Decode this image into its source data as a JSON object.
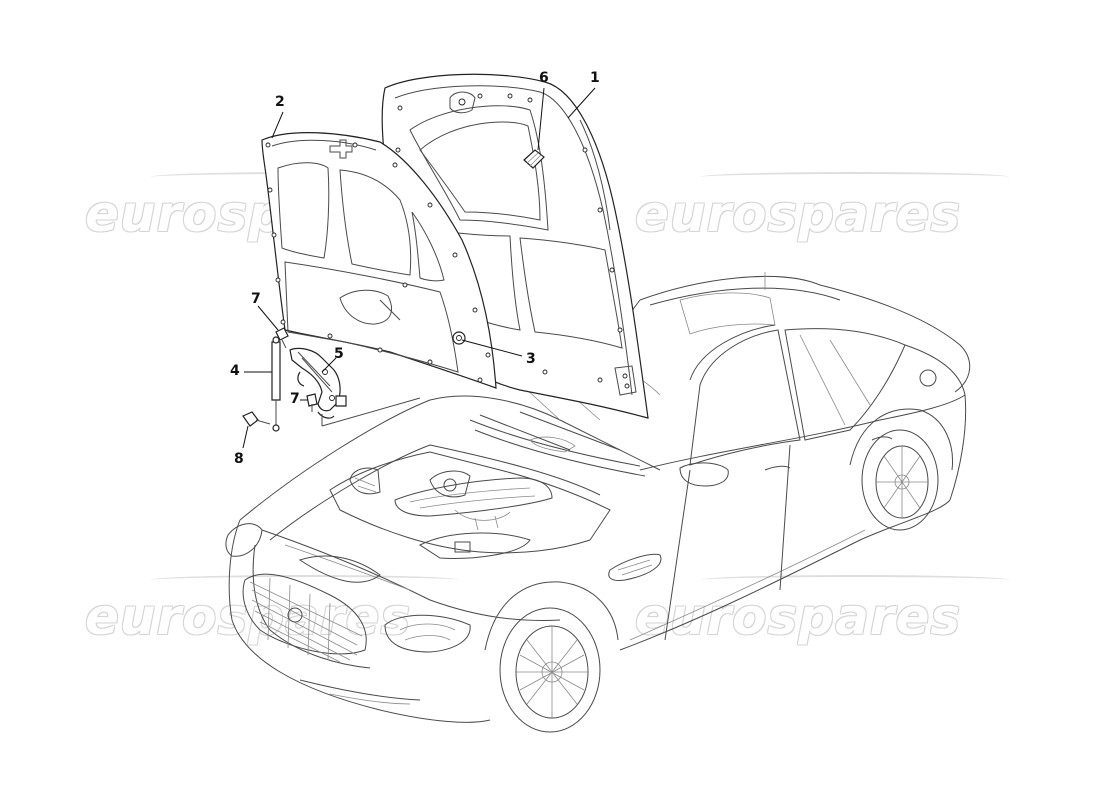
{
  "watermark": {
    "text": "eurospares"
  },
  "callouts": [
    {
      "id": "1",
      "label": "1"
    },
    {
      "id": "2",
      "label": "2"
    },
    {
      "id": "3",
      "label": "3"
    },
    {
      "id": "4",
      "label": "4"
    },
    {
      "id": "5",
      "label": "5"
    },
    {
      "id": "6",
      "label": "6"
    },
    {
      "id": "7a",
      "label": "7"
    },
    {
      "id": "7b",
      "label": "7"
    },
    {
      "id": "8",
      "label": "8"
    }
  ],
  "colors": {
    "line": "#4a4a4a",
    "part": "#222222",
    "background": "#ffffff",
    "watermark_outline": "#d6d6d6"
  }
}
